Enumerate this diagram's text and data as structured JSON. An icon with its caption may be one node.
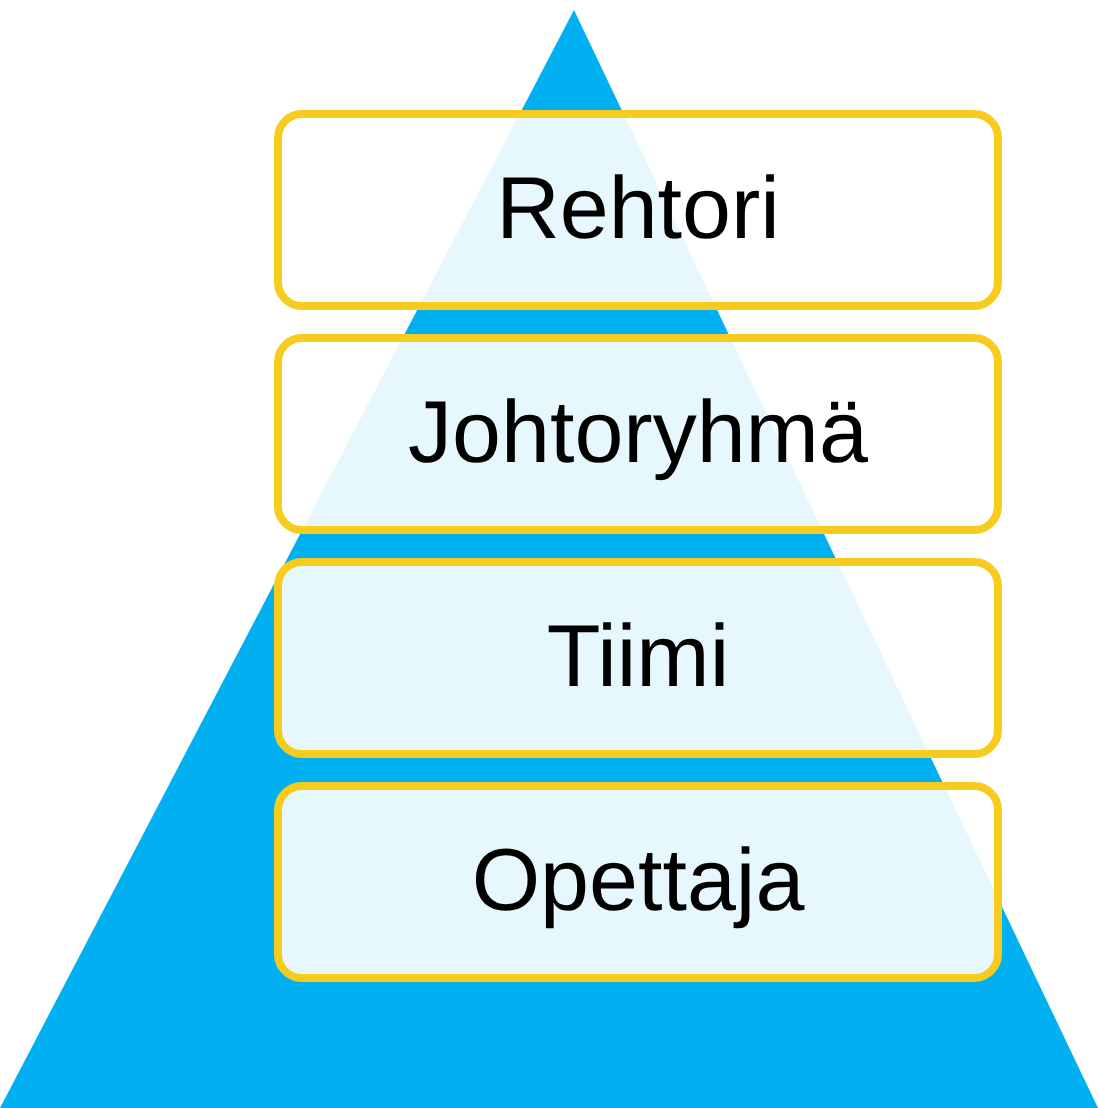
{
  "diagram": {
    "nodes": [
      {
        "text": [
          "Rehtori"
        ]
      },
      {
        "text": [
          "Johtoryhmä"
        ]
      },
      {
        "text": [
          "Tiimi"
        ]
      },
      {
        "text": [
          "Opettaja"
        ]
      }
    ]
  }
}
